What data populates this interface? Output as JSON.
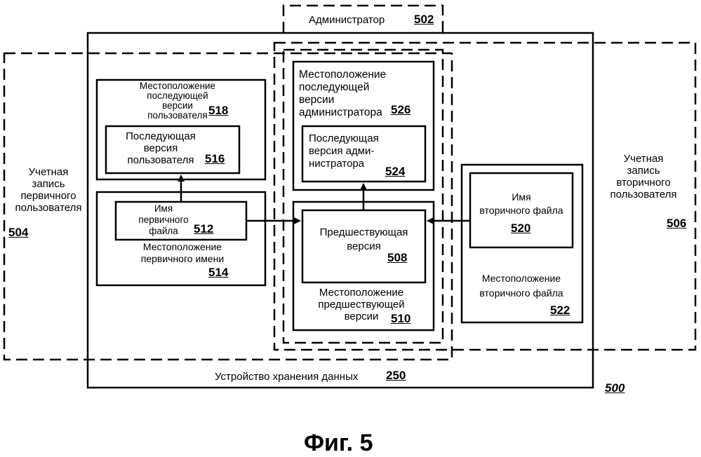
{
  "figure_caption": "Фиг. 5",
  "figure_number": "500",
  "storage_device": {
    "label": "Устройство хранения данных",
    "number": "250"
  },
  "administrator": {
    "label": "Администратор",
    "number": "502"
  },
  "primary_account": {
    "label": "Учетная\nзапись\nпервичного\nпользователя",
    "number": "504"
  },
  "secondary_account": {
    "label": "Учетная\nзапись\nвторичного\nпользователя",
    "number": "506"
  },
  "previous_version": {
    "label": "Предшествующая\nверсия",
    "number": "508"
  },
  "previous_version_location": {
    "label": "Местоположение\nпредшествующей\nверсии",
    "number": "510"
  },
  "primary_file_name": {
    "label": "Имя\nпервичного\nфайла",
    "number": "512"
  },
  "primary_name_location": {
    "label": "Местоположение\nпервичного имени",
    "number": "514"
  },
  "user_subsequent_version": {
    "label": "Последующая\nверсия\nпользователя",
    "number": "516"
  },
  "user_subsequent_location": {
    "label": "Местоположение\nпоследующей\nверсии\nпользователя",
    "number": "518"
  },
  "secondary_file_name": {
    "label": "Имя\nвторичного файла",
    "number": "520"
  },
  "secondary_file_location": {
    "label": "Местоположение\nвторичного файла",
    "number": "522"
  },
  "admin_subsequent_version": {
    "label": "Последующая\nверсия адми-\nнистратора",
    "number": "524"
  },
  "admin_subsequent_location": {
    "label": "Местоположение\nпоследующей\nверсии\nадминистратора",
    "number": "526"
  }
}
